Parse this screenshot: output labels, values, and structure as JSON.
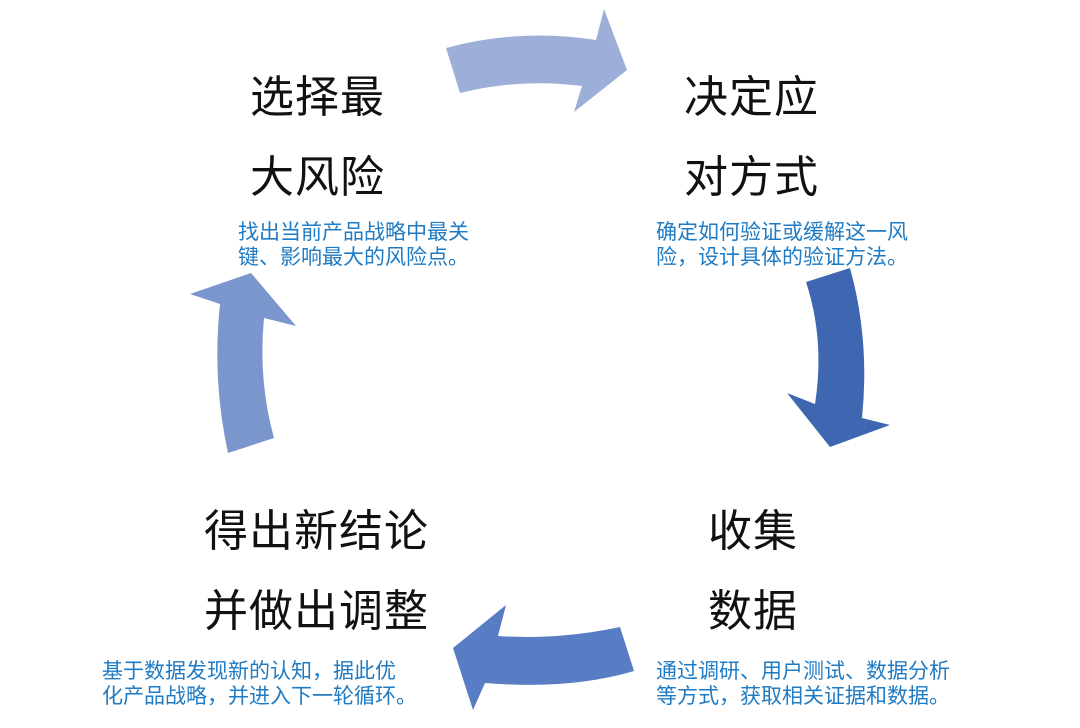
{
  "diagram": {
    "type": "cycle",
    "direction": "clockwise",
    "steps": [
      {
        "title_lines": [
          "选择最",
          "大风险"
        ],
        "desc_lines": [
          "找出当前产品战略中最关",
          "键、影响最大的风险点。"
        ]
      },
      {
        "title_lines": [
          "决定应",
          "对方式"
        ],
        "desc_lines": [
          "确定如何验证或缓解这一风",
          "险，设计具体的验证方法。"
        ]
      },
      {
        "title_lines": [
          "收集",
          "数据"
        ],
        "desc_lines": [
          "通过调研、用户测试、数据分析",
          "等方式，获取相关证据和数据。"
        ]
      },
      {
        "title_lines": [
          "得出新结论",
          "并做出调整"
        ],
        "desc_lines": [
          "基于数据发现新的认知，据此优",
          "化产品战略，并进入下一轮循环。"
        ]
      }
    ],
    "arrows": [
      {
        "name": "arrow-top",
        "from": "选择最大风险",
        "to": "决定应对方式",
        "color": "#9daed8"
      },
      {
        "name": "arrow-right",
        "from": "决定应对方式",
        "to": "收集数据",
        "color": "#3f67b1"
      },
      {
        "name": "arrow-bottom",
        "from": "收集数据",
        "to": "得出新结论并做出调整",
        "color": "#587dc4"
      },
      {
        "name": "arrow-left",
        "from": "得出新结论并做出调整",
        "to": "选择最大风险",
        "color": "#7b96cc"
      }
    ],
    "colors": {
      "title_text": "#111111",
      "desc_text": "#1f7bc4",
      "background": "#ffffff"
    }
  }
}
